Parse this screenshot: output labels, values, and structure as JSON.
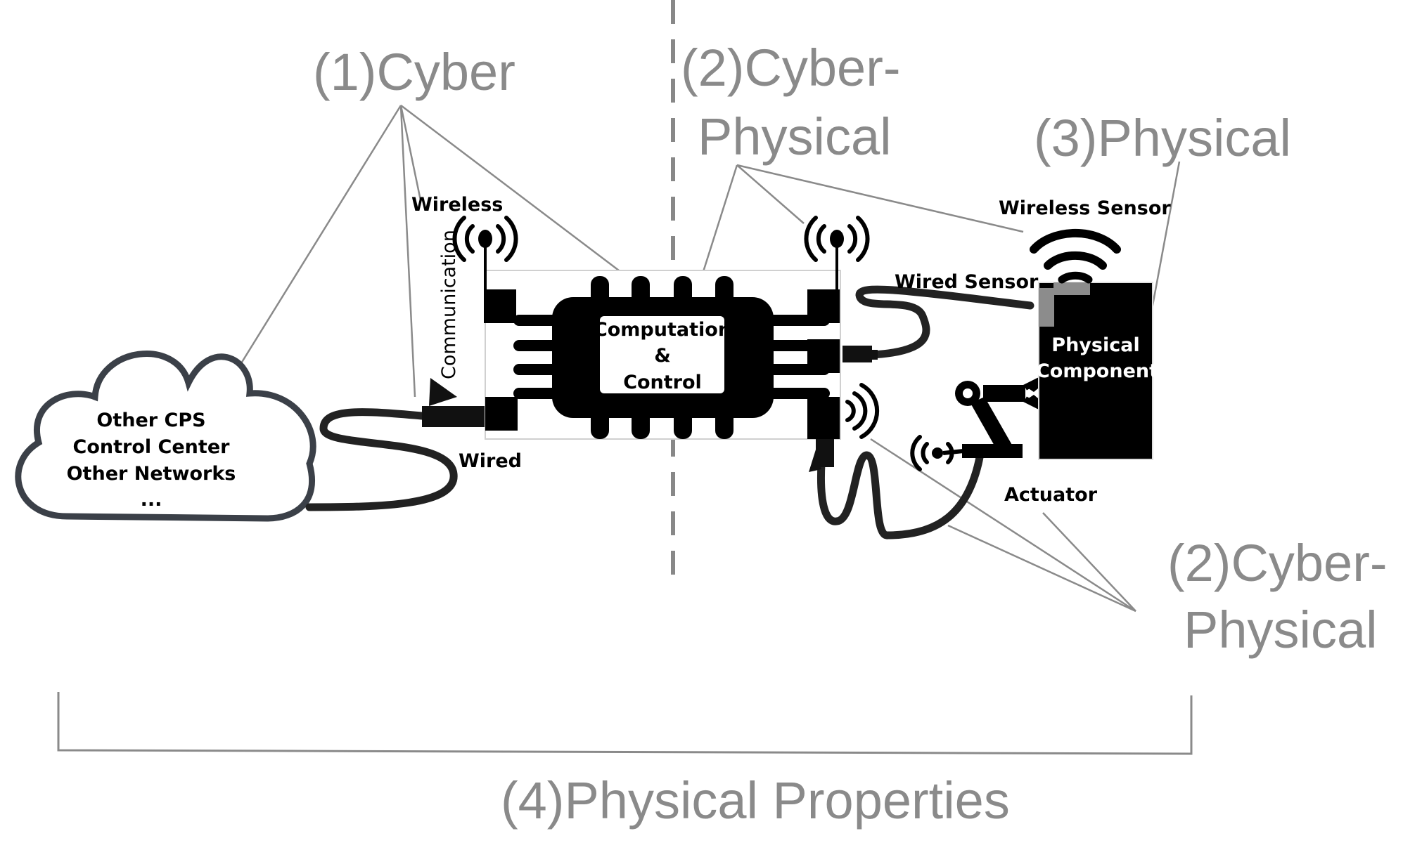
{
  "regions": {
    "cyber": "(1)Cyber",
    "cyber_physical_top_line1": "(2)Cyber-",
    "cyber_physical_top_line2": "Physical",
    "physical": "(3)Physical",
    "cyber_physical_right_line1": "(2)Cyber-",
    "cyber_physical_right_line2": "Physical",
    "physical_properties": "(4)Physical Properties"
  },
  "labels": {
    "wireless": "Wireless",
    "communication": "Communication",
    "wired": "Wired",
    "computation_line1": "Computation",
    "computation_line2": "&",
    "computation_line3": "Control",
    "wireless_sensor": "Wireless Sensor",
    "wired_sensor": "Wired Sensor",
    "physical_component_line1": "Physical",
    "physical_component_line2": "Component",
    "actuator": "Actuator"
  },
  "cloud": {
    "line1": "Other CPS",
    "line2": "Control Center",
    "line3": "Other Networks",
    "line4": "..."
  },
  "colors": {
    "region_text": "#8a8a8a",
    "leader_lines": "#8a8a8a",
    "components": "#000000"
  }
}
